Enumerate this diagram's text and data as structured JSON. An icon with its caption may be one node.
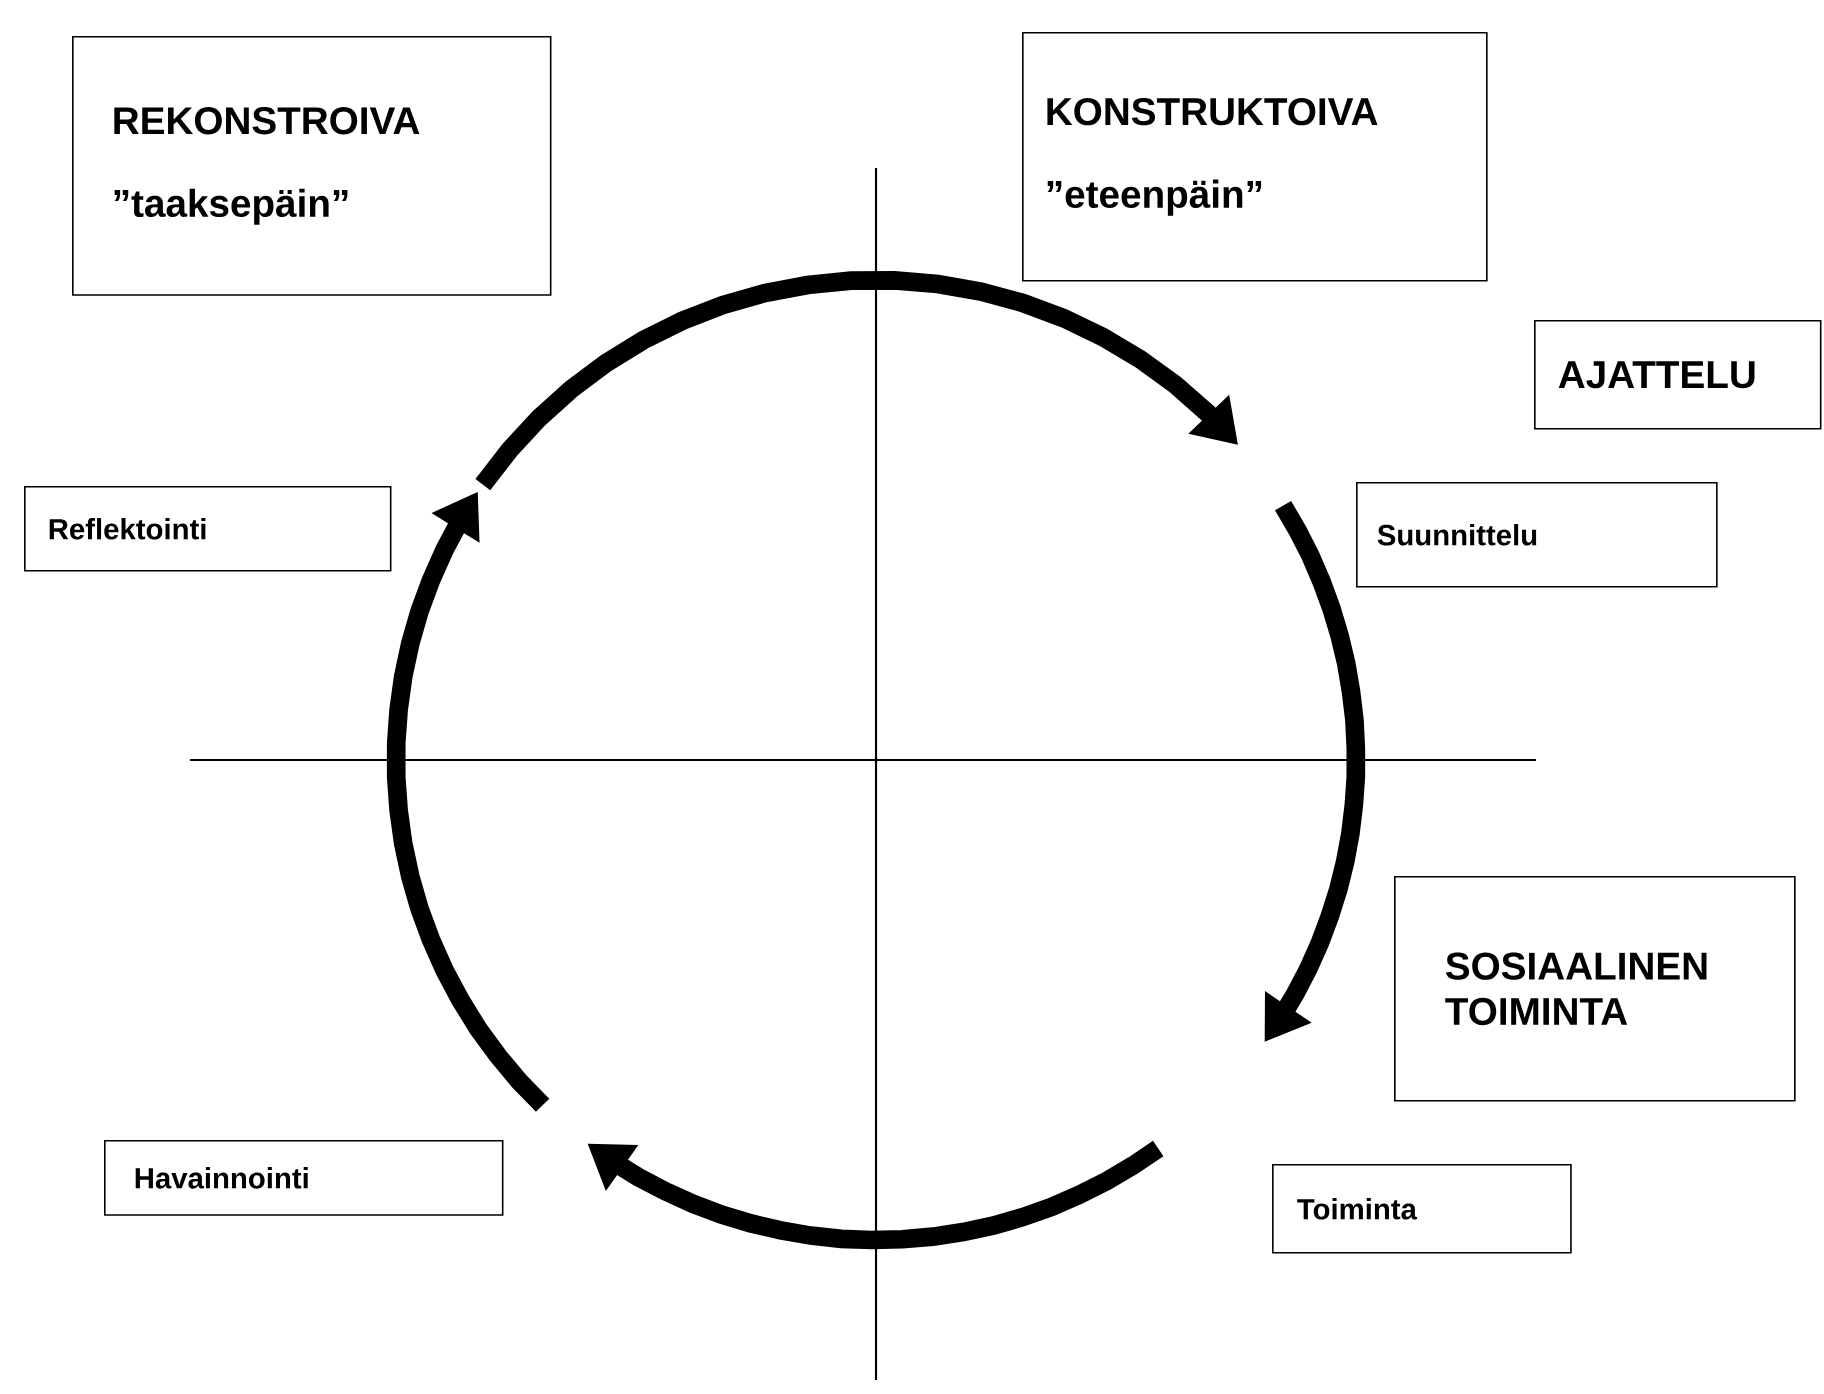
{
  "diagram": {
    "nodes": [
      {
        "text": [
          "REKONSTROIVA",
          "”taaksepäin”"
        ]
      },
      {
        "text": [
          "KONSTRUKTOIVA",
          "”eteenpäin”"
        ]
      },
      {
        "text": [
          "AJATTELU"
        ]
      },
      {
        "text": [
          "Reflektointi"
        ]
      },
      {
        "text": [
          "Suunnittelu"
        ]
      },
      {
        "text": [
          "SOSIAALINEN TOIMINTA"
        ]
      },
      {
        "text": [
          "Havainnointi"
        ]
      },
      {
        "text": [
          "Toiminta"
        ]
      }
    ]
  }
}
